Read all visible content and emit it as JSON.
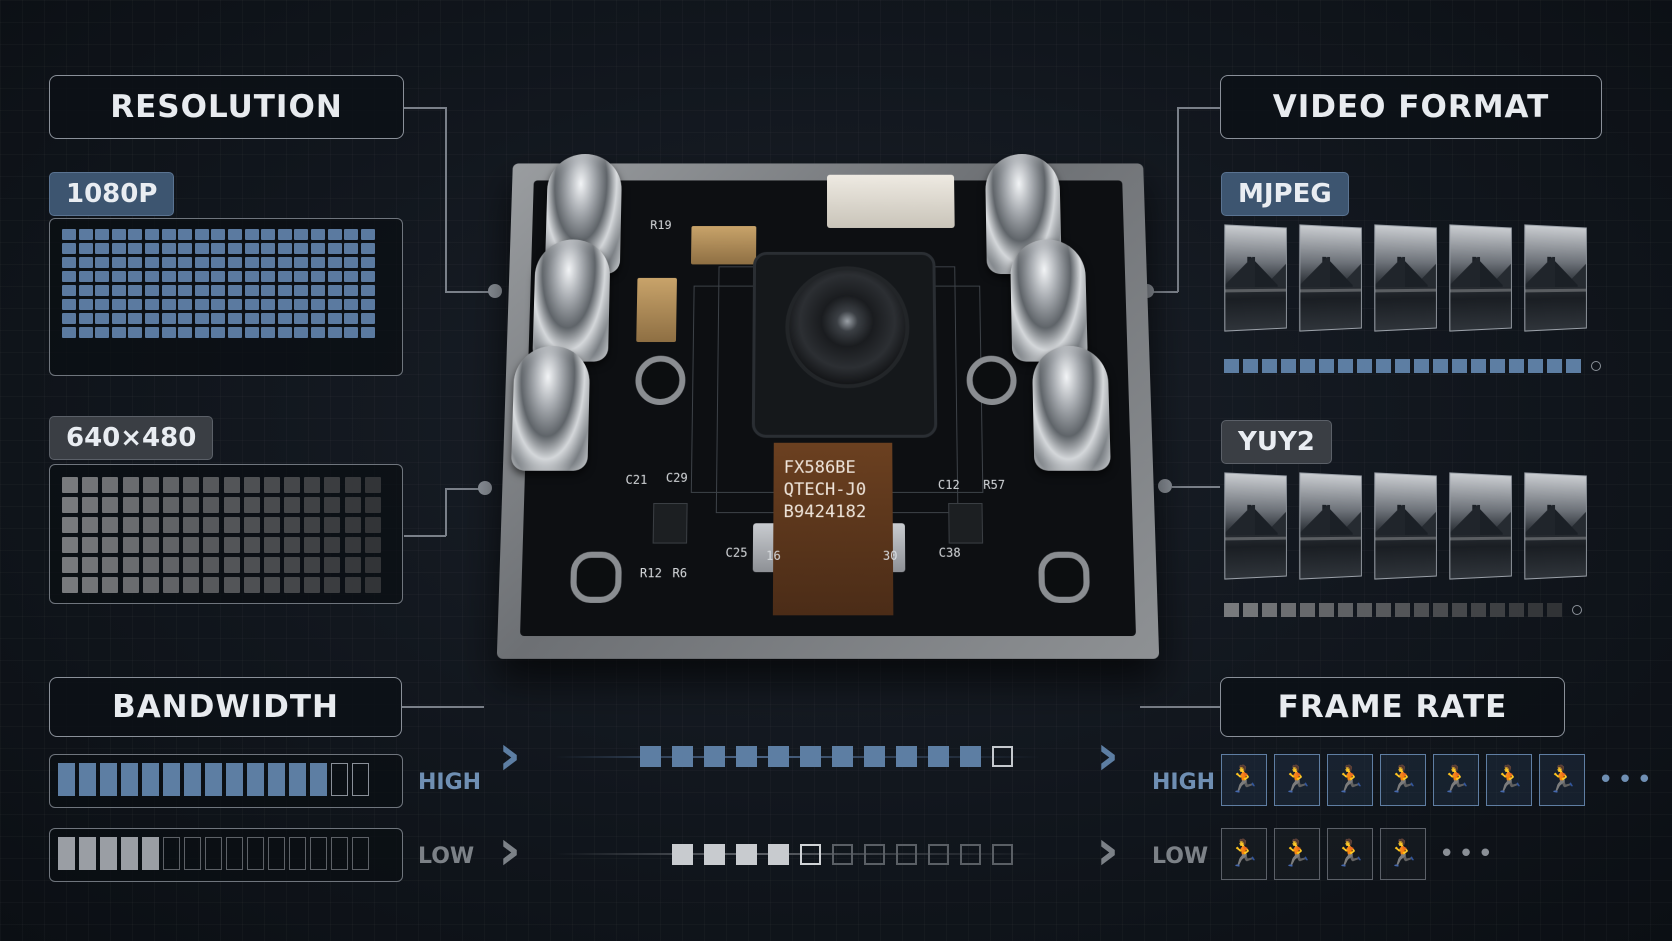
{
  "resolution": {
    "title": "RESOLUTION",
    "high_label": "1080P",
    "low_label": "640×480"
  },
  "video_format": {
    "title": "VIDEO FORMAT",
    "format_a": "MJPEG",
    "format_b": "YUY2"
  },
  "bandwidth": {
    "title": "BANDWIDTH",
    "high_label": "HIGH",
    "low_label": "LOW",
    "high_level": 0.87,
    "low_level": 0.33
  },
  "frame_rate": {
    "title": "FRAME RATE",
    "high_label": "HIGH",
    "low_label": "LOW",
    "high_frames": 7,
    "low_frames": 4
  },
  "board": {
    "chip_lines": [
      "FX586BE",
      "QTECH-J0",
      "B9424182"
    ],
    "silk": [
      "R19",
      "C21",
      "C29",
      "C25",
      "R12",
      "R6",
      "16",
      "30",
      "C12",
      "R57",
      "C38"
    ]
  },
  "colors": {
    "accent_blue": "#5d7ea3",
    "accent_gray": "#8a8f96",
    "background": "#11161d"
  }
}
